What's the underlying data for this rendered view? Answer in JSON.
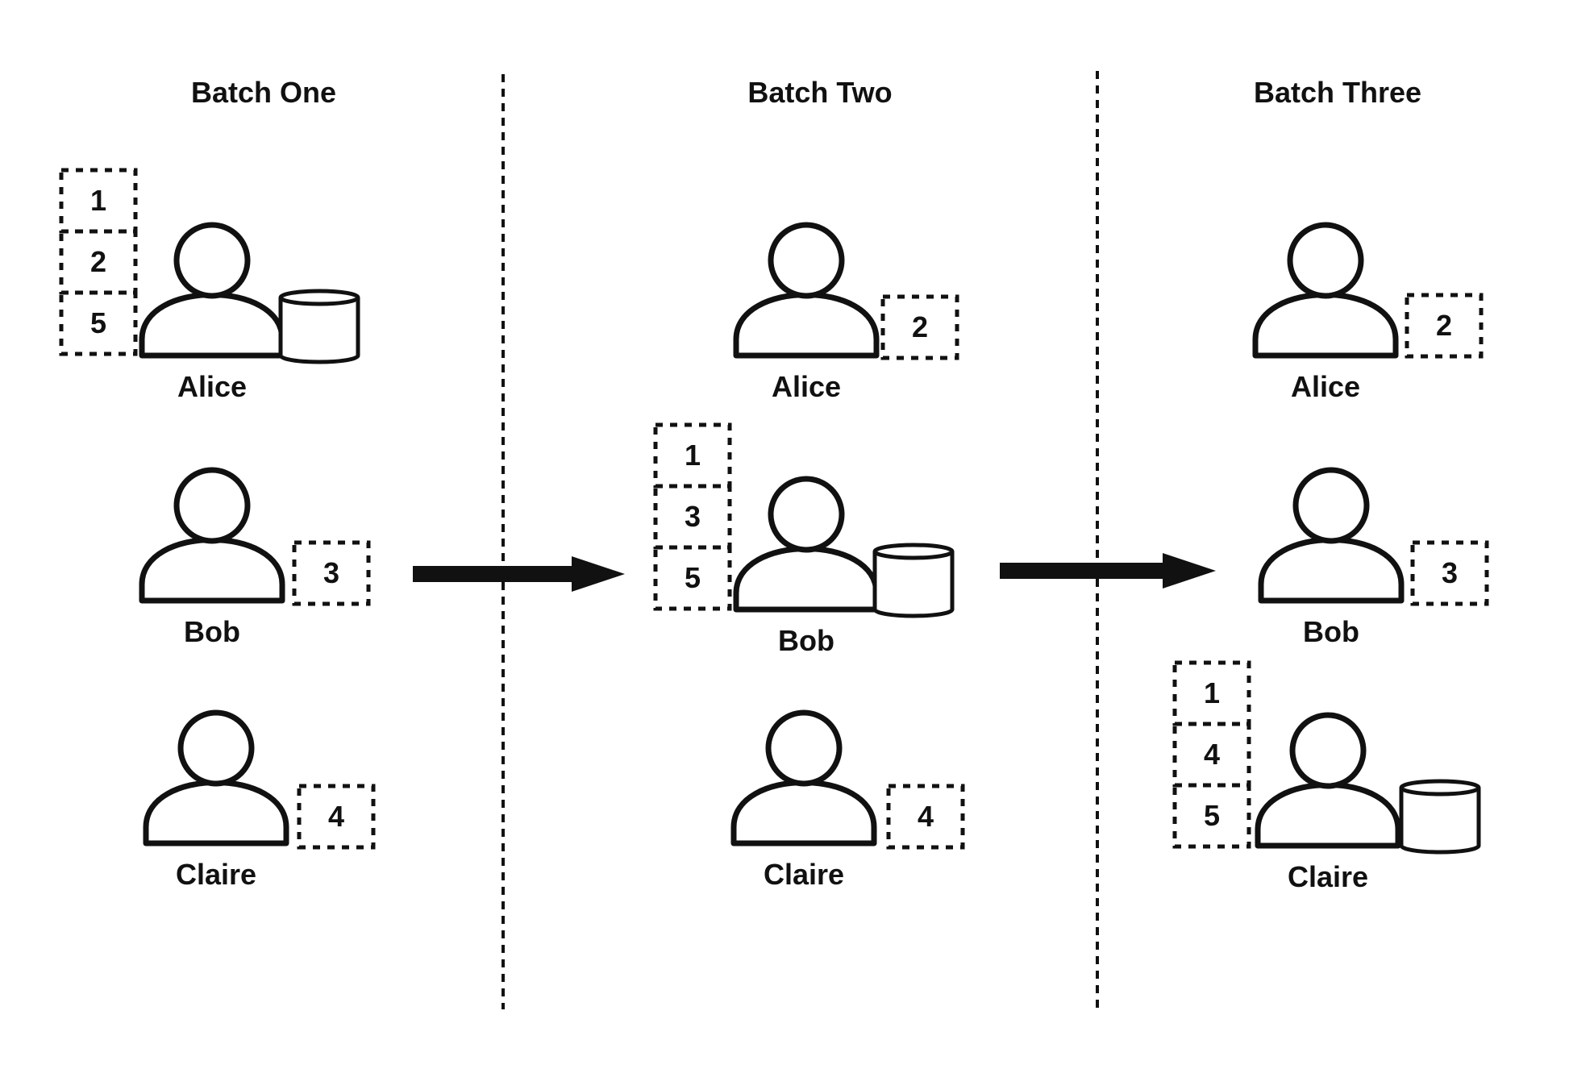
{
  "colors": {
    "ink": "#111111",
    "background": "#ffffff",
    "fill": "#ffffff"
  },
  "batches": [
    {
      "title": "Batch One",
      "people": [
        {
          "name": "Alice",
          "boxes": [
            "1",
            "2",
            "5"
          ],
          "has_database": true,
          "icon": "person-icon"
        },
        {
          "name": "Bob",
          "boxes": [
            "3"
          ],
          "has_database": false,
          "icon": "person-icon"
        },
        {
          "name": "Claire",
          "boxes": [
            "4"
          ],
          "has_database": false,
          "icon": "person-icon"
        }
      ]
    },
    {
      "title": "Batch Two",
      "people": [
        {
          "name": "Alice",
          "boxes": [
            "2"
          ],
          "has_database": false,
          "icon": "person-icon"
        },
        {
          "name": "Bob",
          "boxes": [
            "1",
            "3",
            "5"
          ],
          "has_database": true,
          "icon": "person-icon"
        },
        {
          "name": "Claire",
          "boxes": [
            "4"
          ],
          "has_database": false,
          "icon": "person-icon"
        }
      ]
    },
    {
      "title": "Batch Three",
      "people": [
        {
          "name": "Alice",
          "boxes": [
            "2"
          ],
          "has_database": false,
          "icon": "person-icon"
        },
        {
          "name": "Bob",
          "boxes": [
            "3"
          ],
          "has_database": false,
          "icon": "person-icon"
        },
        {
          "name": "Claire",
          "boxes": [
            "1",
            "4",
            "5"
          ],
          "has_database": true,
          "icon": "person-icon"
        }
      ]
    }
  ],
  "separators": {
    "style": "dashed",
    "count": 2
  },
  "arrows": {
    "icon": "right-arrow-icon",
    "count": 2
  }
}
